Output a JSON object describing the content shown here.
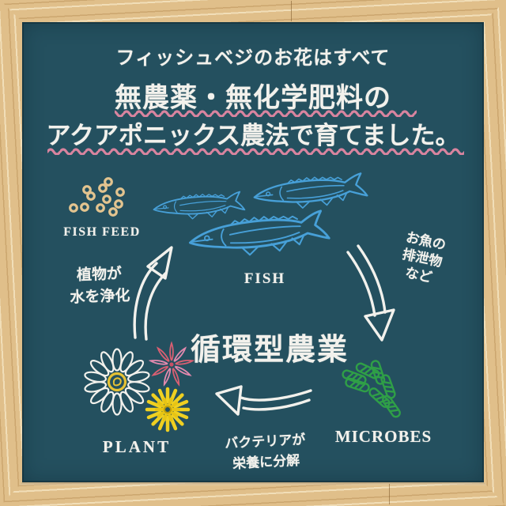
{
  "title": {
    "subtitle": "フィッシュベジのお花はすべて",
    "headline1": "無農薬・無化学肥料の",
    "headline2": "アクアポニックス農法で育てました。"
  },
  "cycle": {
    "center_label": "循環型農業",
    "fish_feed_label": "FISH FEED",
    "fish_label": "FISH",
    "fish_waste_line1": "お魚の",
    "fish_waste_line2": "排泄物",
    "fish_waste_line3": "など",
    "microbes_label": "MICROBES",
    "bacteria_line1": "バクテリアが",
    "bacteria_line2": "栄養に分解",
    "plant_label": "PLANT",
    "plant_note_line1": "植物が",
    "plant_note_line2": "水を浄化"
  },
  "colors": {
    "board_background": "#24505f",
    "wood_frame": "#e0bf8a",
    "chalk_white": "#f2f1ec",
    "underline_pink": "#d9849f",
    "fish_blue": "#47a0d8",
    "feed_tan": "#e3c48f",
    "microbe_green": "#2f9f47",
    "flower_yellow": "#efd021",
    "flower_pink": "#d95f72",
    "daisy_center_yellow": "#e5c134"
  }
}
